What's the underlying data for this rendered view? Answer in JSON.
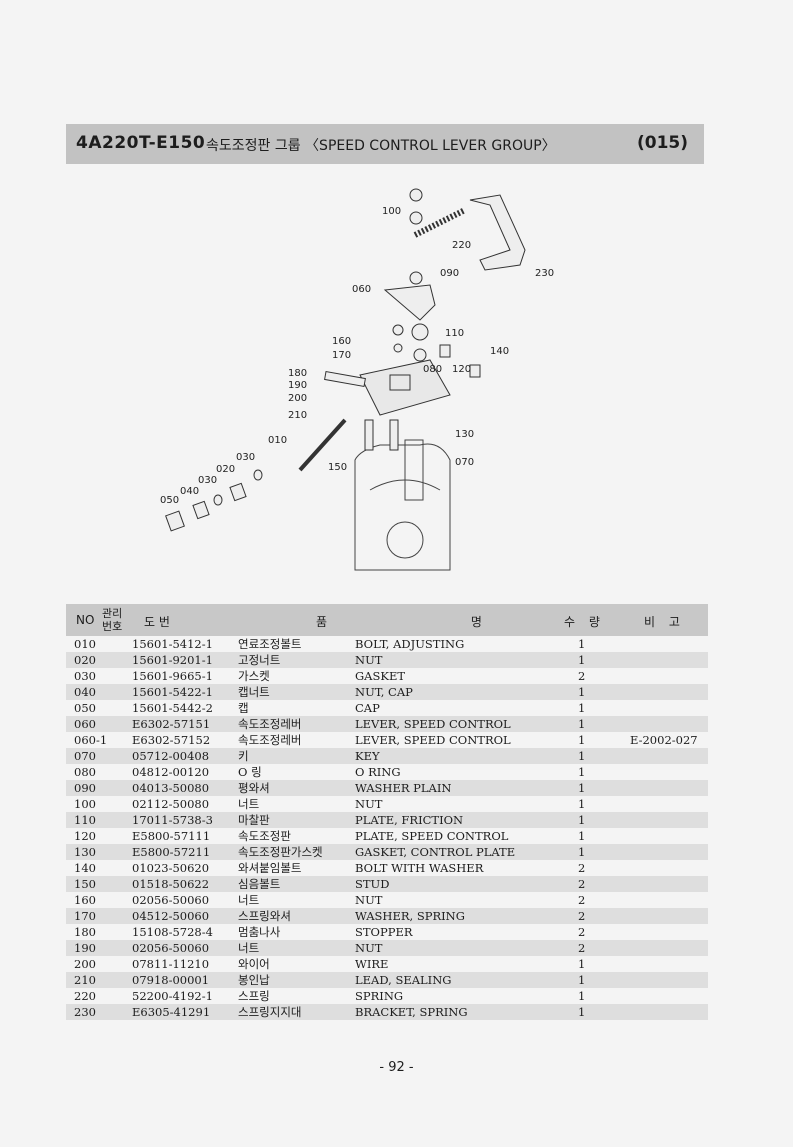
{
  "header": {
    "code": "4A220T-E150",
    "title": "속도조정판 그룹 〈SPEED CONTROL LEVER GROUP〉",
    "group": "(015)"
  },
  "diagram": {
    "callouts": [
      "100",
      "220",
      "230",
      "090",
      "060",
      "110",
      "160",
      "170",
      "140",
      "080",
      "120",
      "180",
      "190",
      "200",
      "210",
      "130",
      "010",
      "070",
      "150",
      "030",
      "020",
      "030",
      "040",
      "050"
    ]
  },
  "table": {
    "headers": {
      "no": "NO",
      "mgmt": "관리번호",
      "partno": "도 번",
      "name": "품 명",
      "qty": "수 량",
      "remarks": "비 고"
    },
    "rows": [
      {
        "no": "010",
        "partno": "15601-5412-1",
        "kr": "연료조정볼트",
        "en": "BOLT, ADJUSTING",
        "qty": "1",
        "rem": ""
      },
      {
        "no": "020",
        "partno": "15601-9201-1",
        "kr": "고정너트",
        "en": "NUT",
        "qty": "1",
        "rem": ""
      },
      {
        "no": "030",
        "partno": "15601-9665-1",
        "kr": "가스켓",
        "en": "GASKET",
        "qty": "2",
        "rem": ""
      },
      {
        "no": "040",
        "partno": "15601-5422-1",
        "kr": "캡너트",
        "en": "NUT, CAP",
        "qty": "1",
        "rem": ""
      },
      {
        "no": "050",
        "partno": "15601-5442-2",
        "kr": "캡",
        "en": "CAP",
        "qty": "1",
        "rem": ""
      },
      {
        "no": "060",
        "partno": "E6302-57151",
        "kr": "속도조정레버",
        "en": "LEVER, SPEED CONTROL",
        "qty": "1",
        "rem": ""
      },
      {
        "no": "060-1",
        "partno": "E6302-57152",
        "kr": "속도조정레버",
        "en": "LEVER, SPEED CONTROL",
        "qty": "1",
        "rem": "E-2002-027"
      },
      {
        "no": "070",
        "partno": "05712-00408",
        "kr": "키",
        "en": "KEY",
        "qty": "1",
        "rem": ""
      },
      {
        "no": "080",
        "partno": "04812-00120",
        "kr": "O 링",
        "en": "O RING",
        "qty": "1",
        "rem": ""
      },
      {
        "no": "090",
        "partno": "04013-50080",
        "kr": "평와셔",
        "en": "WASHER PLAIN",
        "qty": "1",
        "rem": ""
      },
      {
        "no": "100",
        "partno": "02112-50080",
        "kr": "너트",
        "en": "NUT",
        "qty": "1",
        "rem": ""
      },
      {
        "no": "110",
        "partno": "17011-5738-3",
        "kr": "마찰판",
        "en": "PLATE, FRICTION",
        "qty": "1",
        "rem": ""
      },
      {
        "no": "120",
        "partno": "E5800-57111",
        "kr": "속도조정판",
        "en": "PLATE, SPEED CONTROL",
        "qty": "1",
        "rem": ""
      },
      {
        "no": "130",
        "partno": "E5800-57211",
        "kr": "속도조정판가스켓",
        "en": "GASKET, CONTROL PLATE",
        "qty": "1",
        "rem": ""
      },
      {
        "no": "140",
        "partno": "01023-50620",
        "kr": "와셔붙임볼트",
        "en": "BOLT WITH WASHER",
        "qty": "2",
        "rem": ""
      },
      {
        "no": "150",
        "partno": "01518-50622",
        "kr": "심음볼트",
        "en": "STUD",
        "qty": "2",
        "rem": ""
      },
      {
        "no": "160",
        "partno": "02056-50060",
        "kr": "너트",
        "en": "NUT",
        "qty": "2",
        "rem": ""
      },
      {
        "no": "170",
        "partno": "04512-50060",
        "kr": "스프링와셔",
        "en": "WASHER, SPRING",
        "qty": "2",
        "rem": ""
      },
      {
        "no": "180",
        "partno": "15108-5728-4",
        "kr": "멈춤나사",
        "en": "STOPPER",
        "qty": "2",
        "rem": ""
      },
      {
        "no": "190",
        "partno": "02056-50060",
        "kr": "너트",
        "en": "NUT",
        "qty": "2",
        "rem": ""
      },
      {
        "no": "200",
        "partno": "07811-11210",
        "kr": "와이어",
        "en": "WIRE",
        "qty": "1",
        "rem": ""
      },
      {
        "no": "210",
        "partno": "07918-00001",
        "kr": "봉인납",
        "en": "LEAD, SEALING",
        "qty": "1",
        "rem": ""
      },
      {
        "no": "220",
        "partno": "52200-4192-1",
        "kr": "스프링",
        "en": "SPRING",
        "qty": "1",
        "rem": ""
      },
      {
        "no": "230",
        "partno": "E6305-41291",
        "kr": "스프링지지대",
        "en": "BRACKET, SPRING",
        "qty": "1",
        "rem": ""
      }
    ]
  },
  "page_number": "- 92 -"
}
